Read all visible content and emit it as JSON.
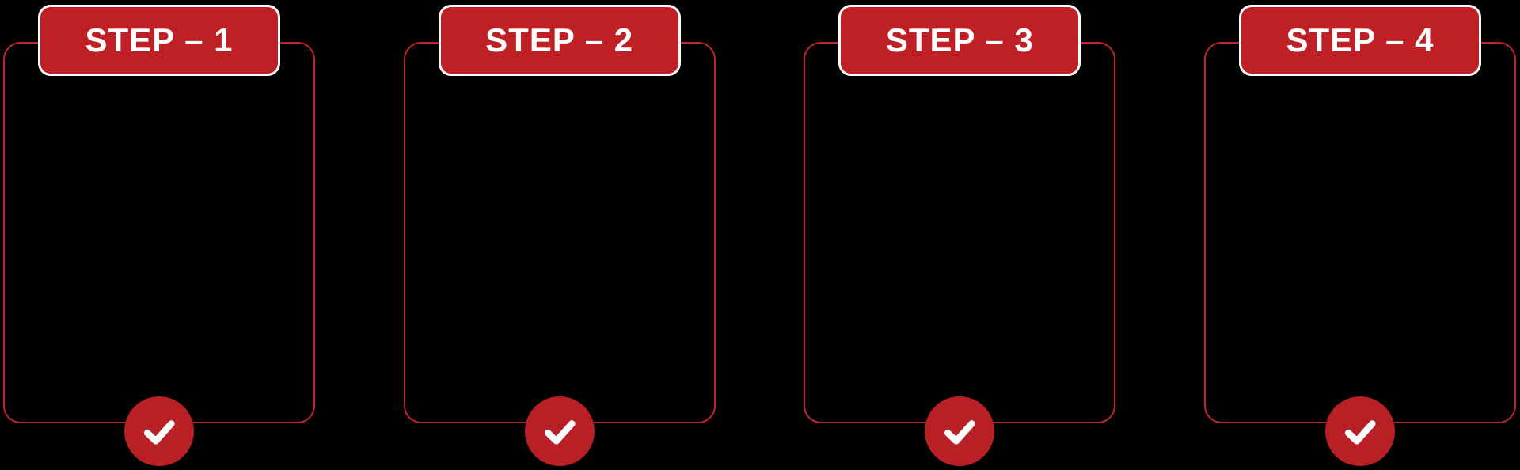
{
  "steps": [
    {
      "label": "STEP – 1",
      "icon": "checkmark-icon",
      "status": "complete"
    },
    {
      "label": "STEP – 2",
      "icon": "checkmark-icon",
      "status": "complete"
    },
    {
      "label": "STEP – 3",
      "icon": "checkmark-icon",
      "status": "complete"
    },
    {
      "label": "STEP – 4",
      "icon": "checkmark-icon",
      "status": "complete"
    }
  ],
  "colors": {
    "background": "#000000",
    "badge_fill": "#BE2026",
    "badge_border": "#FFFFFF",
    "box_outline": "#C32430",
    "check_circle_fill": "#B82025",
    "checkmark": "#FFFFFF"
  }
}
